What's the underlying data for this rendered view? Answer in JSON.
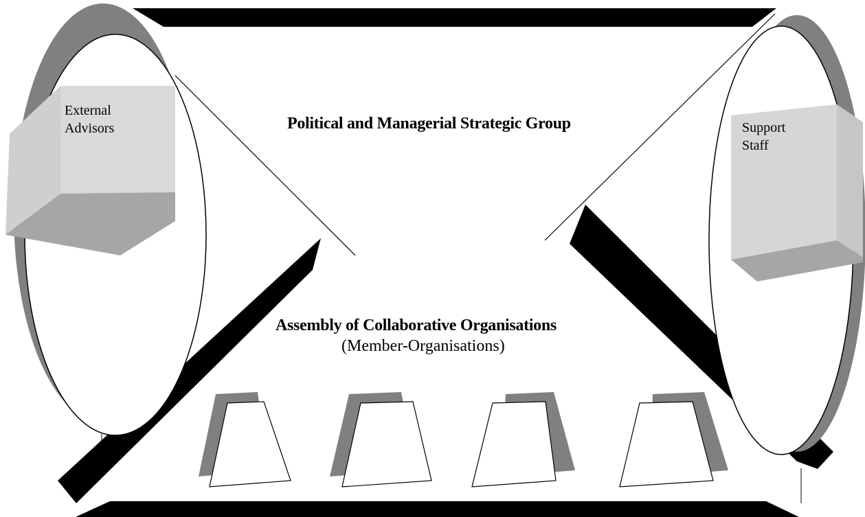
{
  "strategic_group": "Political and Managerial Strategic Group",
  "assembly": {
    "title": "Assembly of Collaborative Organisations",
    "subtitle": "(Member-Organisations)"
  },
  "left_box": {
    "line1": "External",
    "line2": "Advisors"
  },
  "right_box": {
    "line1": "Support",
    "line2": "Staff"
  },
  "member_organisation_count": 4
}
